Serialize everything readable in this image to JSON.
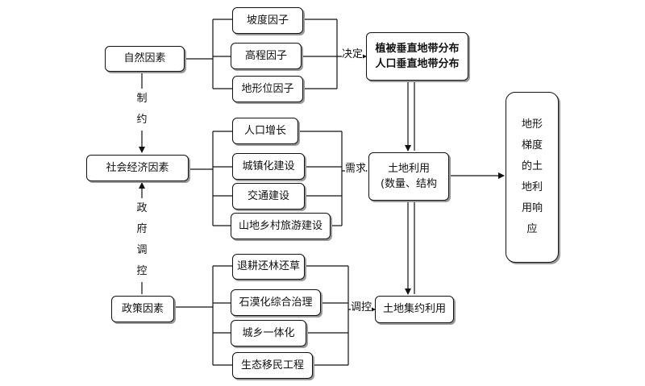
{
  "nodes": {
    "natural_factors": "自然因素",
    "socio_economic_factors": "社会经济因素",
    "policy_factors": "政策因素",
    "slope_factor": "坡度因子",
    "elevation_factor": "高程因子",
    "terrain_position_factor": "地形位因子",
    "vegetation_distribution": "植被垂直地带分布",
    "population_distribution": "人口垂直地带分布",
    "population_growth": "人口增长",
    "urbanization": "城镇化建设",
    "transport": "交通建设",
    "mountain_tourism": "山地乡村旅游建设",
    "land_use_line1": "土地利用",
    "land_use_line2": "(数量、结构",
    "grain_for_green": "退耕还林还草",
    "rocky_desertification": "石漠化综合治理",
    "urban_rural_integration": "城乡一体化",
    "eco_migration": "生态移民工程",
    "intensive_land_use": "土地集约利用",
    "gradient_effect": "地形梯度的土地利用响应"
  },
  "edge_labels": {
    "determines": "决定",
    "demand": "需求",
    "regulation": "调控",
    "restrict": "制约",
    "government_regulation": "政府调控"
  }
}
